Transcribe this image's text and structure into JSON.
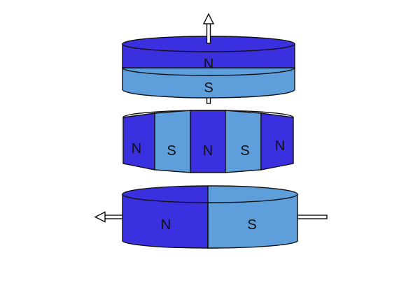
{
  "colors": {
    "north": "#3a30e0",
    "south": "#5e9edb",
    "outline": "#111111",
    "background": "#ffffff"
  },
  "magnets": [
    {
      "name": "axial-magnet",
      "magnetization": "axial",
      "arrow_direction": "up",
      "layers": [
        "N",
        "S"
      ]
    },
    {
      "name": "radial-segment-magnet",
      "magnetization": "multipole-segments",
      "segments": [
        "N",
        "S",
        "N",
        "S",
        "N"
      ]
    },
    {
      "name": "diametric-magnet",
      "magnetization": "diametric",
      "arrow_direction": "left",
      "halves": [
        "N",
        "S"
      ]
    }
  ]
}
